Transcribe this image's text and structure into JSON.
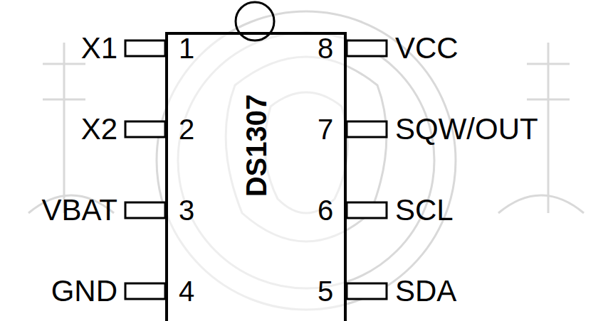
{
  "diagram": {
    "nodes": [
      {
        "text": [
          "DS1307"
        ]
      }
    ],
    "labels": [
      "X1",
      "1",
      "8",
      "VCC",
      "X2",
      "2",
      "7",
      "SQW/OUT",
      "VBAT",
      "3",
      "6",
      "SCL",
      "GND",
      "4",
      "5",
      "SDA"
    ]
  }
}
